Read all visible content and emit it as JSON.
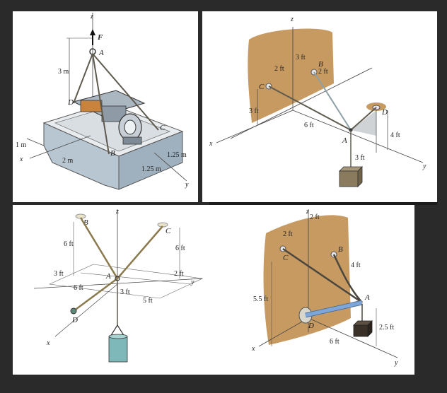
{
  "colors": {
    "background": "#2a2a2a",
    "panel": "#ffffff",
    "wall": "#c79a62",
    "cable": "#5f5a4e",
    "rod": "#7ea6d8",
    "crate": "#8a7a5e",
    "bucket": "#7fb8b8"
  },
  "fig1": {
    "axes": {
      "x": "x",
      "y": "y",
      "z": "z"
    },
    "points": {
      "a": "A",
      "b": "B",
      "c": "C",
      "d": "D"
    },
    "force": "F",
    "dims": {
      "height": "3 m",
      "left": "1 m",
      "width": "2 m",
      "right1": "1.25 m",
      "right2": "1.25 m"
    }
  },
  "fig2": {
    "axes": {
      "x": "x",
      "y": "y",
      "z": "z"
    },
    "points": {
      "a": "A",
      "b": "B",
      "c": "C",
      "d": "D"
    },
    "dims": {
      "top1": "2 ft",
      "top2": "3 ft",
      "right": "2 ft",
      "left": "3 ft",
      "mid": "6 ft",
      "vert": "4 ft",
      "bottom": "3 ft"
    }
  },
  "fig3": {
    "axes": {
      "x": "x",
      "y": "y",
      "z": "z"
    },
    "points": {
      "a": "A",
      "b": "B",
      "c": "C",
      "d": "D"
    },
    "dims": {
      "left_h": "6 ft",
      "right_h": "6 ft",
      "x1": "3 ft",
      "x2": "6 ft",
      "y1": "3 ft",
      "y2": "5 ft",
      "y3": "2 ft"
    }
  },
  "fig4": {
    "axes": {
      "x": "x",
      "y": "y",
      "z": "z"
    },
    "points": {
      "a": "A",
      "b": "B",
      "c": "C",
      "d": "D"
    },
    "dims": {
      "top1": "2 ft",
      "top2": "2 ft",
      "right": "4 ft",
      "left": "5.5 ft",
      "bottom": "6 ft",
      "low": "2.5 ft"
    }
  }
}
